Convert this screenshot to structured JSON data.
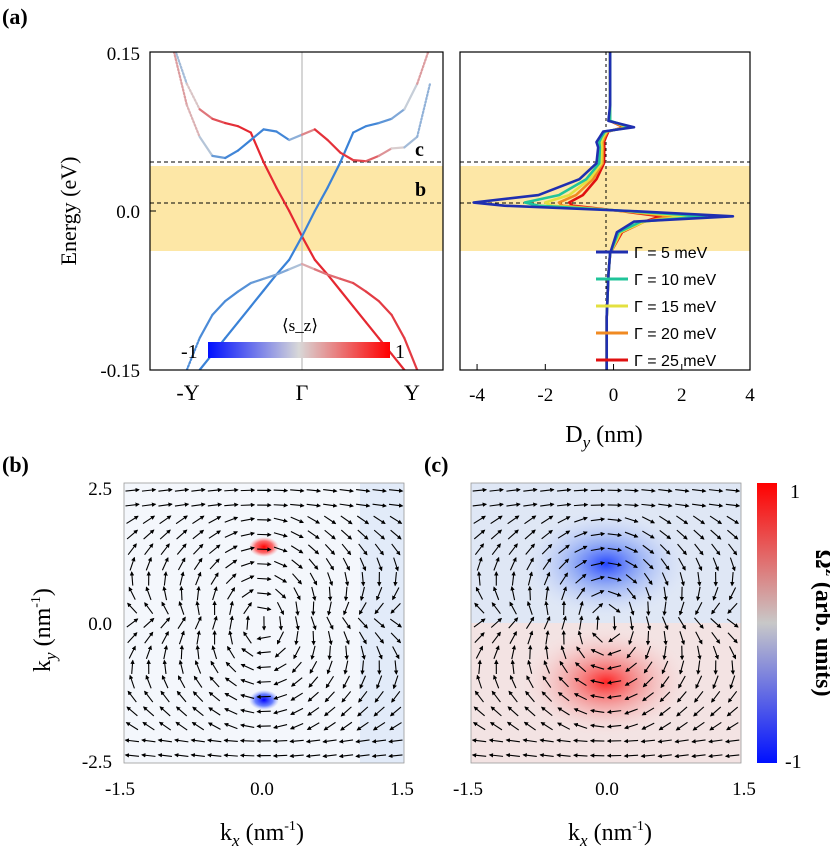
{
  "colors": {
    "spin_up": "#e8121a",
    "spin_down": "#2f7fd6",
    "highlight_band": "#fde7a6",
    "berry_positive": "#ff1a1a",
    "berry_negative": "#1a1aff"
  },
  "panel_labels": {
    "a": "(a)",
    "b": "(b)",
    "c": "(c)"
  },
  "chart_data": [
    {
      "id": "band_structure",
      "type": "line",
      "ylabel": "Energy (eV)",
      "ylim": [
        -0.15,
        0.15
      ],
      "y_ticks": [
        "0.15",
        "0.0",
        "-0.15"
      ],
      "x_ticks": [
        "-Y",
        "Γ",
        "Y"
      ],
      "region_labels": {
        "c": "c",
        "b": "b"
      },
      "reference_lines": {
        "c": 0.045,
        "b": 0.007
      },
      "highlight_band": [
        -0.038,
        0.04
      ],
      "colorbar": {
        "title": "⟨s_z⟩",
        "min_label": "-1",
        "max_label": "1"
      },
      "series": [
        {
          "name": "band_1",
          "x": [
            -1.0,
            -0.9,
            -0.8,
            -0.7,
            -0.6,
            -0.5,
            -0.4,
            -0.3,
            -0.2,
            -0.1,
            0.0,
            0.1,
            0.2,
            0.3,
            0.4,
            0.5,
            0.6,
            0.7,
            0.8,
            0.9,
            1.0
          ],
          "y": [
            0.155,
            0.12,
            0.096,
            0.087,
            0.083,
            0.08,
            0.074,
            0.046,
            0.022,
            0.0,
            -0.024,
            -0.046,
            -0.06,
            -0.075,
            -0.09,
            -0.105,
            -0.12,
            -0.135,
            -0.15,
            -0.165,
            -0.18
          ],
          "sz": [
            -0.4,
            -0.2,
            0.4,
            0.6,
            0.8,
            0.9,
            0.9,
            0.9,
            0.9,
            0.9,
            0.9,
            0.9,
            0.9,
            0.9,
            0.9,
            0.9,
            0.9,
            0.9,
            0.9,
            0.9,
            0.9
          ]
        },
        {
          "name": "band_2",
          "x": [
            -1.0,
            -0.9,
            -0.8,
            -0.7,
            -0.6,
            -0.5,
            -0.4,
            -0.3,
            -0.2,
            -0.1,
            0.0,
            0.1,
            0.2,
            0.3,
            0.4,
            0.5,
            0.6,
            0.7,
            0.8,
            0.9,
            1.0
          ],
          "y": [
            -0.18,
            -0.165,
            -0.15,
            -0.135,
            -0.12,
            -0.105,
            -0.09,
            -0.075,
            -0.06,
            -0.046,
            -0.024,
            0.0,
            0.022,
            0.046,
            0.074,
            0.08,
            0.083,
            0.087,
            0.096,
            0.12,
            0.155
          ],
          "sz": [
            -0.9,
            -0.9,
            -0.9,
            -0.9,
            -0.9,
            -0.9,
            -0.9,
            -0.9,
            -0.9,
            -0.9,
            -0.9,
            -0.9,
            -0.9,
            -0.9,
            -0.9,
            -0.9,
            -0.8,
            -0.6,
            -0.4,
            0.2,
            0.4
          ]
        },
        {
          "name": "band_3",
          "x": [
            -1.0,
            -0.9,
            -0.8,
            -0.7,
            -0.6,
            -0.5,
            -0.4,
            -0.3,
            -0.2,
            -0.1,
            0.0,
            0.1,
            0.2,
            0.3,
            0.4,
            0.5,
            0.6,
            0.7,
            0.8,
            0.9,
            1.0
          ],
          "y": [
            0.15,
            0.1,
            0.07,
            0.052,
            0.05,
            0.057,
            0.067,
            0.077,
            0.075,
            0.067,
            0.072,
            0.077,
            0.067,
            0.055,
            0.048,
            0.047,
            0.052,
            0.059,
            0.06,
            0.07,
            0.12
          ],
          "sz": [
            0.3,
            0.3,
            0.1,
            -0.5,
            -0.8,
            -0.9,
            -0.9,
            -0.85,
            -0.85,
            -0.85,
            0.0,
            0.85,
            0.85,
            0.85,
            0.8,
            0.7,
            0.5,
            0.2,
            -0.1,
            -0.5,
            -0.3
          ]
        },
        {
          "name": "band_4",
          "x": [
            -1.0,
            -0.9,
            -0.8,
            -0.7,
            -0.6,
            -0.5,
            -0.4,
            -0.3,
            -0.2,
            -0.1,
            0.0,
            0.1,
            0.2,
            0.3,
            0.4,
            0.5,
            0.6,
            0.7,
            0.8,
            0.9,
            1.0
          ],
          "y": [
            -0.16,
            -0.15,
            -0.12,
            -0.098,
            -0.085,
            -0.076,
            -0.068,
            -0.064,
            -0.06,
            -0.055,
            -0.05,
            -0.055,
            -0.06,
            -0.064,
            -0.068,
            -0.076,
            -0.085,
            -0.098,
            -0.12,
            -0.15,
            -0.16
          ],
          "sz": [
            -0.8,
            -0.8,
            -0.8,
            -0.8,
            -0.8,
            -0.8,
            -0.7,
            -0.6,
            -0.5,
            -0.5,
            0.0,
            0.5,
            0.5,
            0.6,
            0.7,
            0.8,
            0.8,
            0.8,
            0.8,
            0.8,
            0.8
          ]
        }
      ]
    },
    {
      "id": "dipole",
      "type": "line",
      "xlabel": "D_y (nm)",
      "xlim": [
        -4.5,
        4
      ],
      "x_ticks": [
        -4,
        -2,
        0,
        2,
        4
      ],
      "ylim": [
        -0.15,
        0.15
      ],
      "reference_lines": {
        "c": 0.045,
        "b": 0.007
      },
      "highlight_band": [
        -0.038,
        0.04
      ],
      "y": [
        0.15,
        0.1,
        0.085,
        0.079,
        0.075,
        0.07,
        0.065,
        0.06,
        0.045,
        0.03,
        0.015,
        0.008,
        0.005,
        0.0,
        -0.005,
        -0.01,
        -0.02,
        -0.04,
        -0.06,
        -0.1,
        -0.15
      ],
      "series": [
        {
          "name": "Γ = 5 meV",
          "color": "#1f2fb0",
          "x": [
            -0.1,
            -0.1,
            -0.15,
            0.6,
            -0.3,
            -0.4,
            -0.5,
            -0.45,
            -0.5,
            -1.0,
            -2.2,
            -4.1,
            -3.2,
            0.5,
            3.5,
            0.6,
            0.1,
            -0.1,
            -0.15,
            -0.2,
            -0.2
          ]
        },
        {
          "name": "Γ = 10 meV",
          "color": "#20c49a",
          "x": [
            -0.1,
            -0.1,
            -0.1,
            0.5,
            -0.25,
            -0.35,
            -0.42,
            -0.4,
            -0.42,
            -0.8,
            -1.6,
            -2.6,
            -2.2,
            0.4,
            2.7,
            0.8,
            0.15,
            -0.1,
            -0.15,
            -0.2,
            -0.2
          ]
        },
        {
          "name": "Γ = 15 meV",
          "color": "#e3e040",
          "x": [
            -0.1,
            -0.1,
            -0.1,
            0.42,
            -0.2,
            -0.3,
            -0.36,
            -0.35,
            -0.36,
            -0.7,
            -1.3,
            -2.0,
            -1.8,
            0.3,
            2.1,
            0.9,
            0.2,
            -0.1,
            -0.15,
            -0.2,
            -0.2
          ]
        },
        {
          "name": "Γ = 20 meV",
          "color": "#f08a22",
          "x": [
            -0.1,
            -0.1,
            -0.1,
            0.35,
            -0.18,
            -0.26,
            -0.32,
            -0.31,
            -0.32,
            -0.6,
            -1.1,
            -1.6,
            -1.5,
            0.25,
            1.7,
            0.9,
            0.22,
            -0.1,
            -0.15,
            -0.2,
            -0.2
          ]
        },
        {
          "name": "Γ = 25 meV",
          "color": "#e01010",
          "x": [
            -0.1,
            -0.1,
            -0.1,
            0.3,
            -0.15,
            -0.22,
            -0.28,
            -0.27,
            -0.28,
            -0.5,
            -0.9,
            -1.3,
            -1.2,
            0.2,
            1.4,
            0.9,
            0.25,
            -0.1,
            -0.15,
            -0.2,
            -0.2
          ]
        }
      ]
    },
    {
      "id": "spin_texture",
      "type": "heatmap",
      "xlabel": "k_x (nm^-1)",
      "ylabel": "k_y (nm^-1)",
      "xlim": [
        -1.5,
        1.5
      ],
      "ylim": [
        -2.5,
        2.5
      ],
      "x_ticks": [
        "-1.5",
        "0.0",
        "1.5"
      ],
      "y_ticks": [
        "2.5",
        "0.0",
        "-2.5"
      ],
      "hotspots": [
        {
          "kx": 0.0,
          "ky": 1.5,
          "sign": 1
        },
        {
          "kx": 0.0,
          "ky": -1.5,
          "sign": -1
        }
      ]
    },
    {
      "id": "berry_curvature",
      "type": "heatmap",
      "xlabel": "k_x (nm^-1)",
      "xlim": [
        -1.5,
        1.5
      ],
      "ylim": [
        -2.5,
        2.5
      ],
      "x_ticks": [
        "-1.5",
        "0.0",
        "1.5"
      ],
      "colorbar": {
        "title": "Ω^z (arb. units)",
        "max_label": "1",
        "min_label": "-1"
      },
      "hotspots": [
        {
          "kx": 0.0,
          "ky": 1.05,
          "sign": -1
        },
        {
          "kx": 0.0,
          "ky": -1.05,
          "sign": 1
        }
      ]
    }
  ]
}
